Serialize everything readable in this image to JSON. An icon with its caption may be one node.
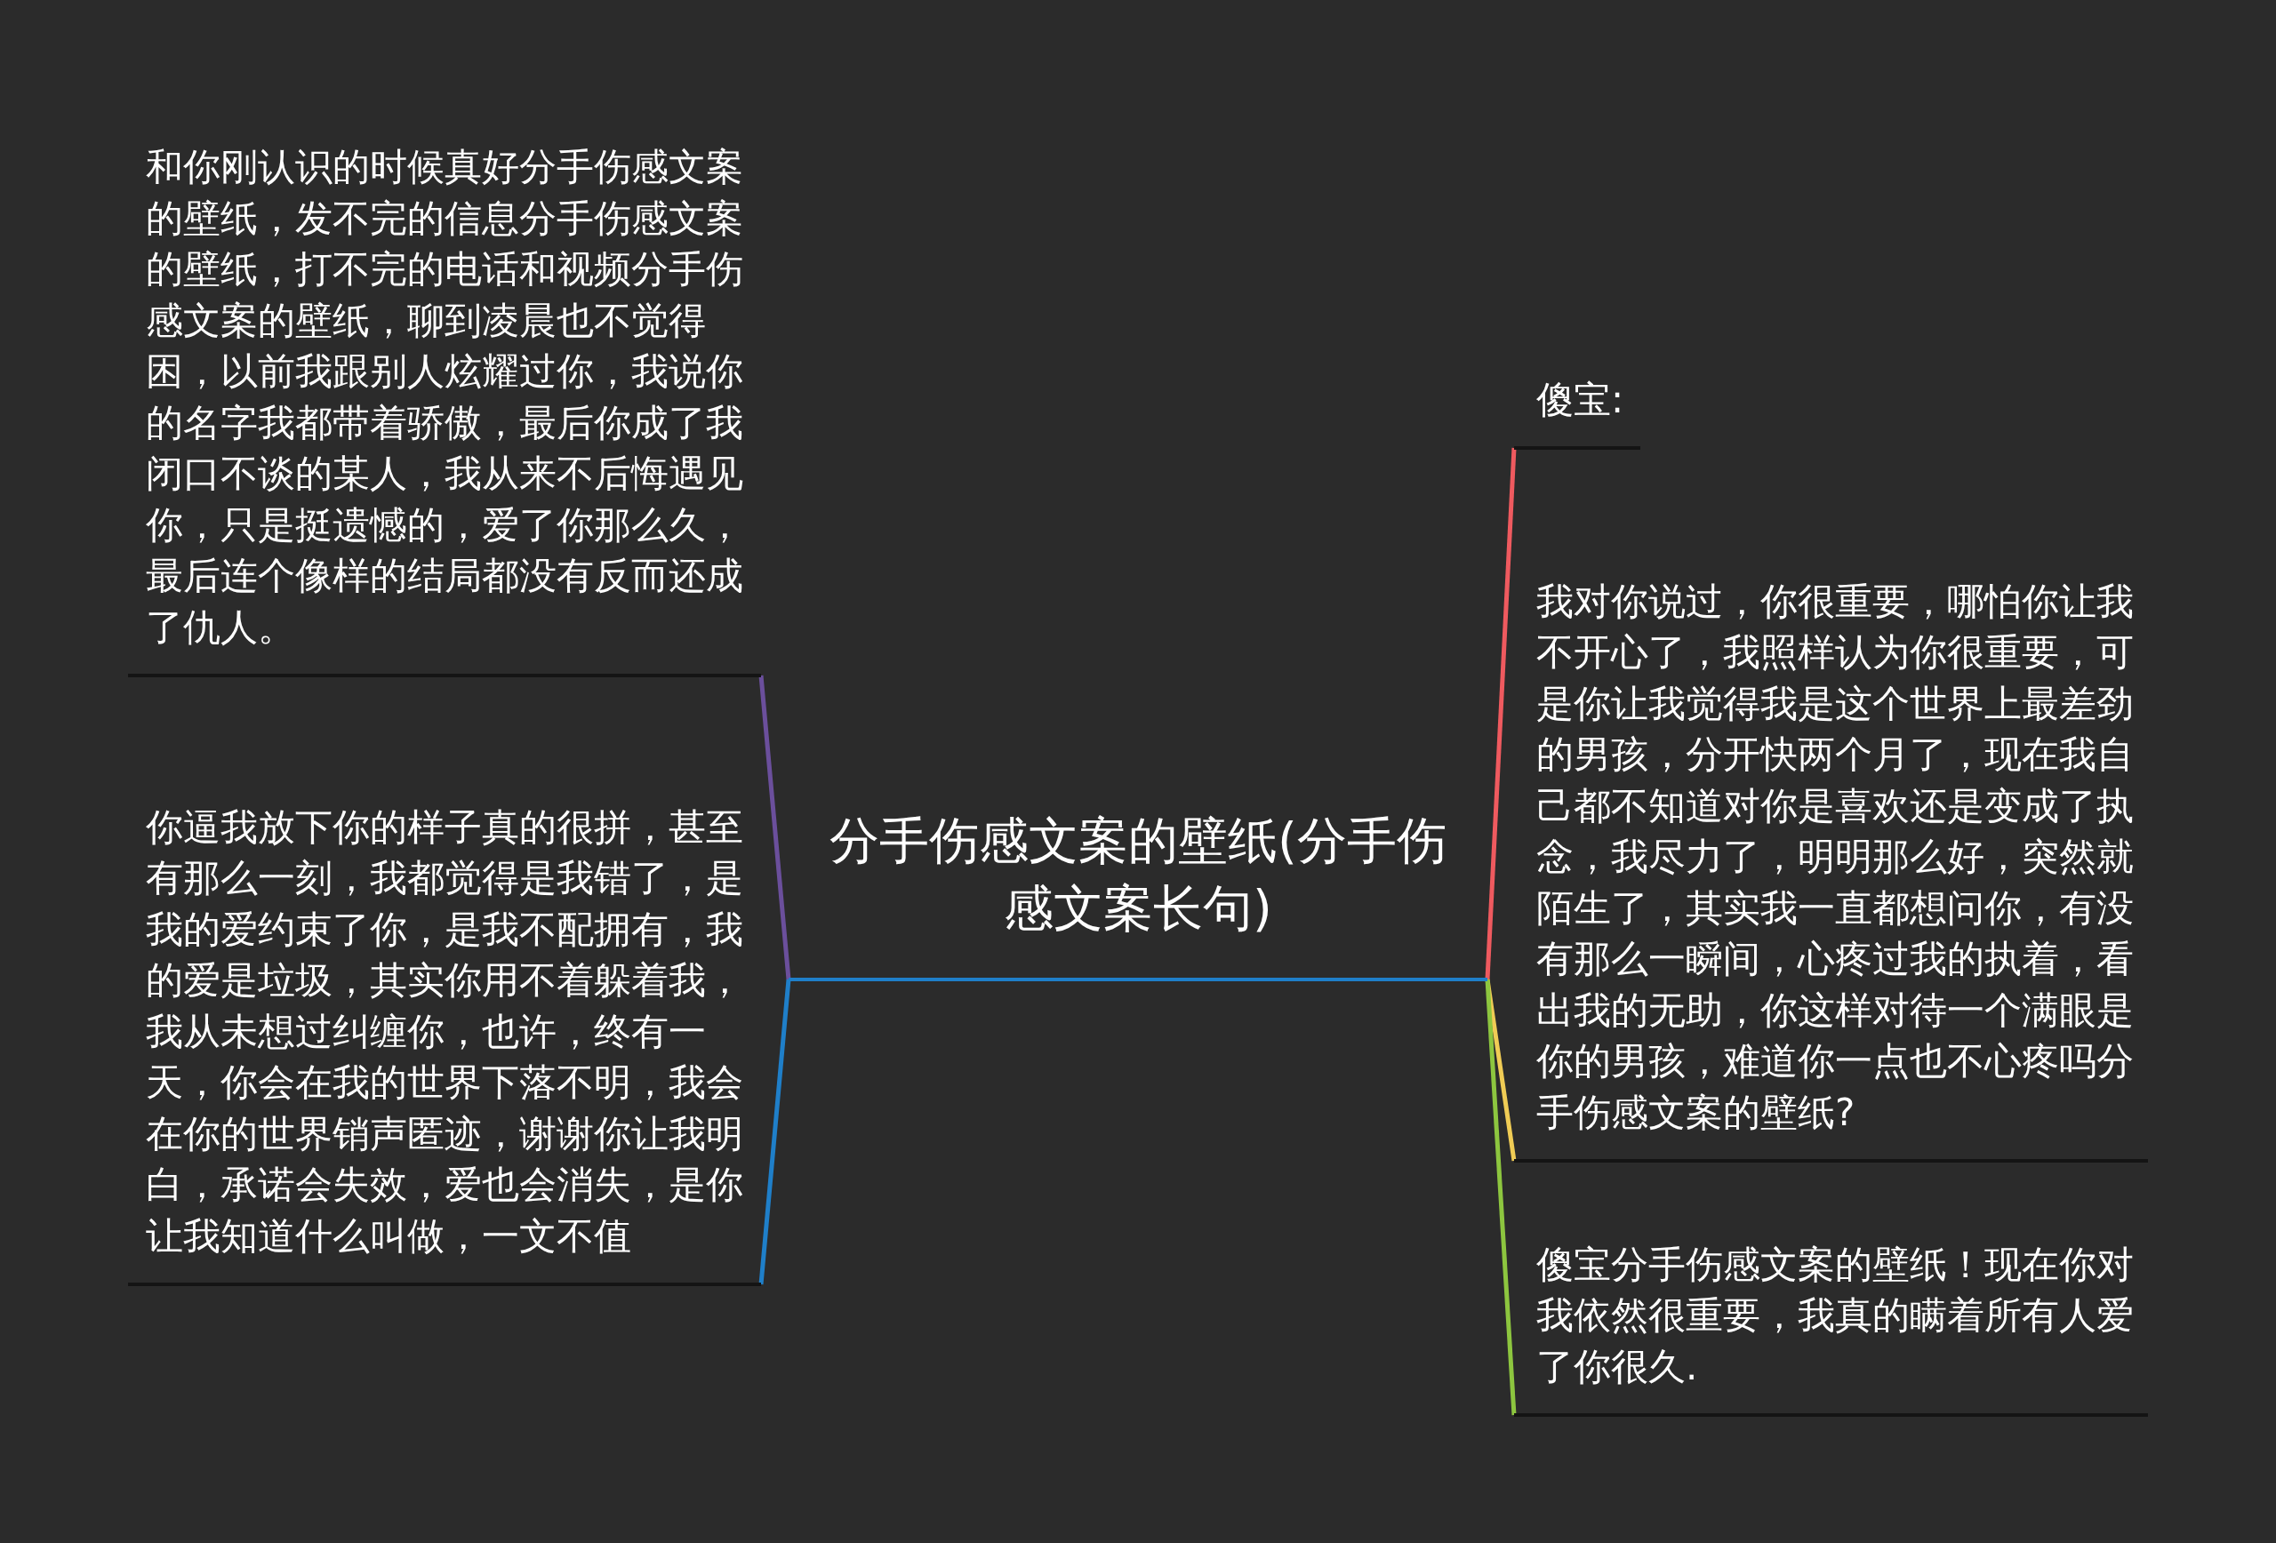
{
  "diagram": {
    "nodes": [
      {
        "text": [
          "分手伤感文案的壁纸(分手伤感文案长句)"
        ]
      },
      {
        "text": [
          "和你刚认识的时候真好分手伤感文案的壁纸，发不完的信息分手伤感文案的壁纸，打不完的电话和视频分手伤感文案的壁纸，聊到凌晨也不觉得困，以前我跟别人炫耀过你，我说你的名字我都带着骄傲，最后你成了我闭口不谈的某人，我从来不后悔遇见你，只是挺遗憾的，爱了你那么久，最后连个像样的结局都没有反而还成了仇人。"
        ]
      },
      {
        "text": [
          "你逼我放下你的样子真的很拼，甚至有那么一刻，我都觉得是我错了，是我的爱约束了你，是我不配拥有，我的爱是垃圾，其实你用不着躲着我，我从未想过纠缠你，也许，终有一天，你会在我的世界下落不明，我会在你的世界销声匿迹，谢谢你让我明白，承诺会失效，爱也会消失，是你让我知道什么叫做，一文不值"
        ]
      },
      {
        "text": [
          "傻宝:"
        ]
      },
      {
        "text": [
          "我对你说过，你很重要，哪怕你让我不开心了，我照样认为你很重要，可是你让我觉得我是这个世界上最差劲的男孩，分开快两个月了，现在我自己都不知道对你是喜欢还是变成了执念，我尽力了，明明那么好，突然就陌生了，其实我一直都想问你，有没有那么一瞬间，心疼过我的执着，看出我的无助，你这样对待一个满眼是你的男孩，难道你一点也不心疼吗分手伤感文案的壁纸?"
        ]
      },
      {
        "text": [
          "傻宝分手伤感文案的壁纸！现在你对我依然很重要，我真的瞒着所有人爱了你很久."
        ]
      }
    ],
    "edges": [
      {
        "from": 0,
        "to": 1,
        "arrow": "none",
        "color": "#6b4f9c"
      },
      {
        "from": 0,
        "to": 2,
        "arrow": "none",
        "color": "#1f7fc9"
      },
      {
        "from": 0,
        "to": 3,
        "arrow": "none",
        "color": "#ef5a5f"
      },
      {
        "from": 0,
        "to": 4,
        "arrow": "none",
        "color": "#f0cc55"
      },
      {
        "from": 0,
        "to": 5,
        "arrow": "none",
        "color": "#8dc63f"
      }
    ]
  }
}
